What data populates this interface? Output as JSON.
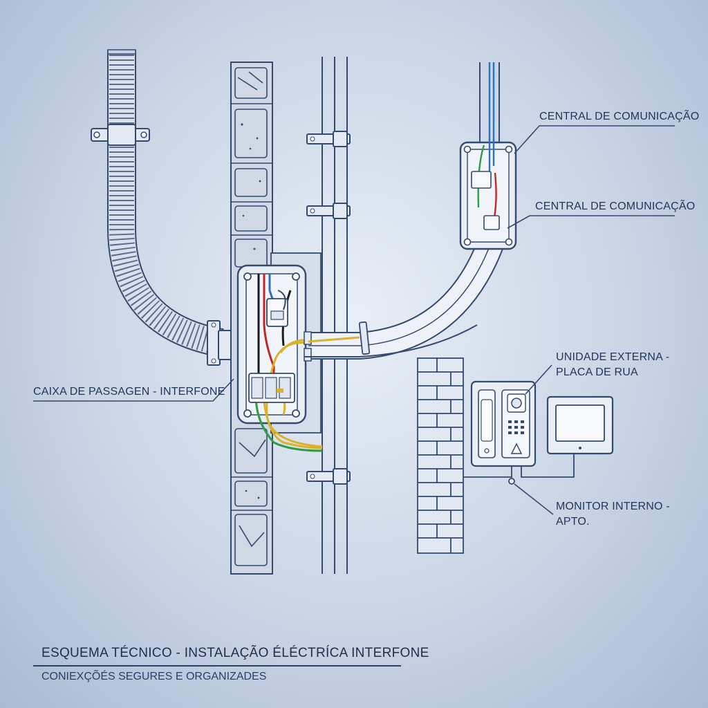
{
  "labels": {
    "central_top": "CENTRAL DE COMUNICAÇÃO",
    "central_mid": "CENTRAL DE COMUNICAÇÃO",
    "unidade_line1": "UNIDADE EXTERNA -",
    "unidade_line2": "PLACA DE RUA",
    "caixa": "CAIXA DE PASSAGEN - INTERFONE",
    "monitor_line1": "MONITOR INTERNO -",
    "monitor_line2": "APTO."
  },
  "footer": {
    "title": "ESQUEMA TÉCNICO - INSTALAÇÃO ÉLÉCTRÍCA INTERFONE",
    "subtitle": "CONIEXÇÕÉS SEGURES E ORGANIZADES"
  },
  "colors": {
    "line": "#34496e",
    "fill": "#dde5ef",
    "wire_red": "#c0282a",
    "wire_yellow": "#d9b22a",
    "wire_green": "#2f9a4a",
    "wire_blue": "#2f6fc0",
    "wire_black": "#1b1b1b"
  },
  "icons": [
    "conduit",
    "junction-box",
    "terminal-block",
    "communication-central",
    "intercom-panel",
    "indoor-monitor",
    "brick-wall"
  ]
}
